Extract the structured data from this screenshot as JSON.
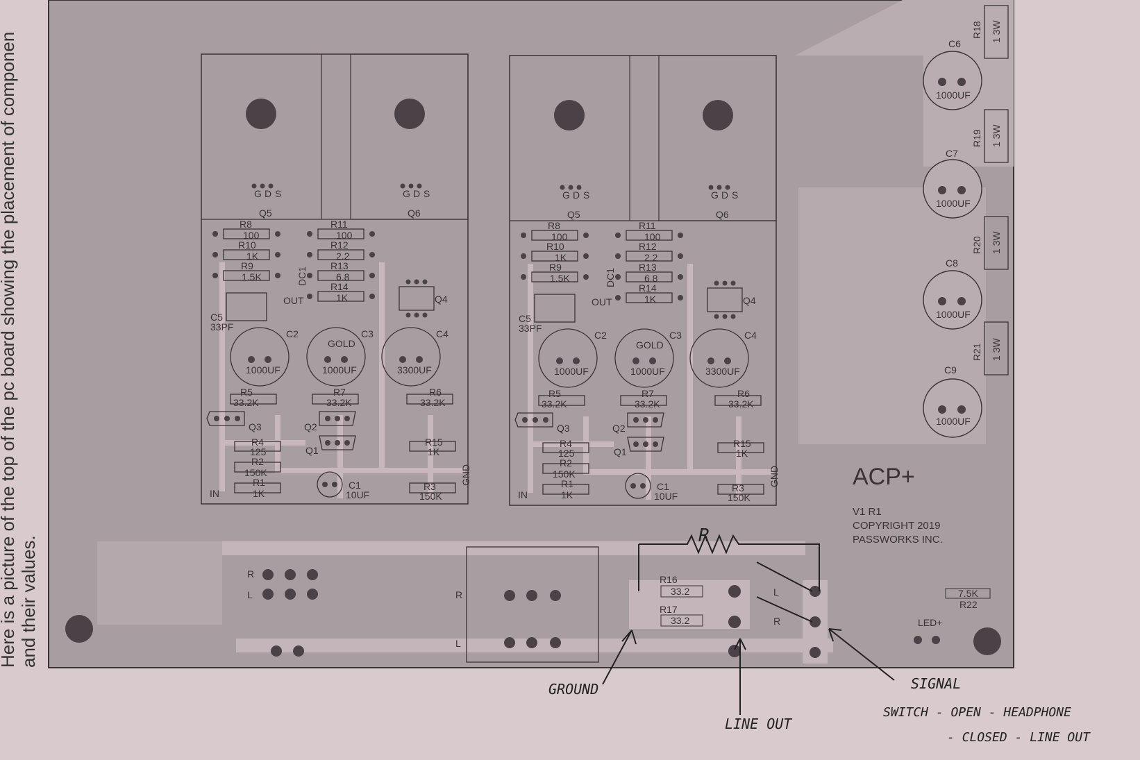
{
  "caption": {
    "line1": "Here is a picture of the top of the pc board showing the placement of componen",
    "line2": "and their values."
  },
  "board": {
    "name": "ACP+",
    "version": "V1 R1",
    "copyright": "COPYRIGHT 2019",
    "company": "PASSWORKS INC.",
    "led_label": "LED+",
    "r22_value": "7.5K",
    "r22_ref": "R22"
  },
  "channel": {
    "q5": "Q5",
    "q6": "Q6",
    "gds": [
      "G",
      "D",
      "S"
    ],
    "r8": "R8",
    "r8v": "100",
    "r10": "R10",
    "r10v": "1K",
    "r9": "R9",
    "r9v": "1.5K",
    "r11": "R11",
    "r11v": "100",
    "r12": "R12",
    "r12v": "2.2",
    "r13": "R13",
    "r13v": "6.8",
    "r14": "R14",
    "r14v": "1K",
    "dc1": "DC1",
    "out": "OUT",
    "q4": "Q4",
    "c5": "C5",
    "c5v": "33PF",
    "c2": "C2",
    "c3": "C3",
    "c4": "C4",
    "gold": "GOLD",
    "c2v": "1000UF",
    "c3v": "1000UF",
    "c4v": "3300UF",
    "r5": "R5",
    "r5v": "33.2K",
    "r7": "R7",
    "r7v": "33.2K",
    "r6": "R6",
    "r6v": "33.2K",
    "q3": "Q3",
    "q2": "Q2",
    "q1": "Q1",
    "r4": "R4",
    "r4v": "125",
    "r2": "R2",
    "r2v": "150K",
    "r15": "R15",
    "r15v": "1K",
    "r1": "R1",
    "r1v": "1K",
    "in": "IN",
    "c1": "C1",
    "c1v": "10UF",
    "r3": "R3",
    "r3v": "150K",
    "gnd": "GND"
  },
  "supply": {
    "caps": [
      {
        "ref": "C6",
        "value": "1000UF"
      },
      {
        "ref": "C7",
        "value": "1000UF"
      },
      {
        "ref": "C8",
        "value": "1000UF"
      },
      {
        "ref": "C9",
        "value": "1000UF"
      }
    ],
    "resistors": [
      {
        "ref": "R18",
        "value": "1 3W"
      },
      {
        "ref": "R19",
        "value": "1 3W"
      },
      {
        "ref": "R20",
        "value": "1 3W"
      },
      {
        "ref": "R21",
        "value": "1 3W"
      }
    ]
  },
  "io": {
    "r": "R",
    "l": "L",
    "r16": "R16",
    "r16v": "33.2",
    "r17": "R17",
    "r17v": "33.2"
  },
  "annotations": {
    "r_mark": "R",
    "ground": "GROUND",
    "line_out": "LINE OUT",
    "signal": "SIGNAL",
    "switch1": "SWITCH - OPEN - HEADPHONE",
    "switch2": "- CLOSED - LINE OUT"
  }
}
